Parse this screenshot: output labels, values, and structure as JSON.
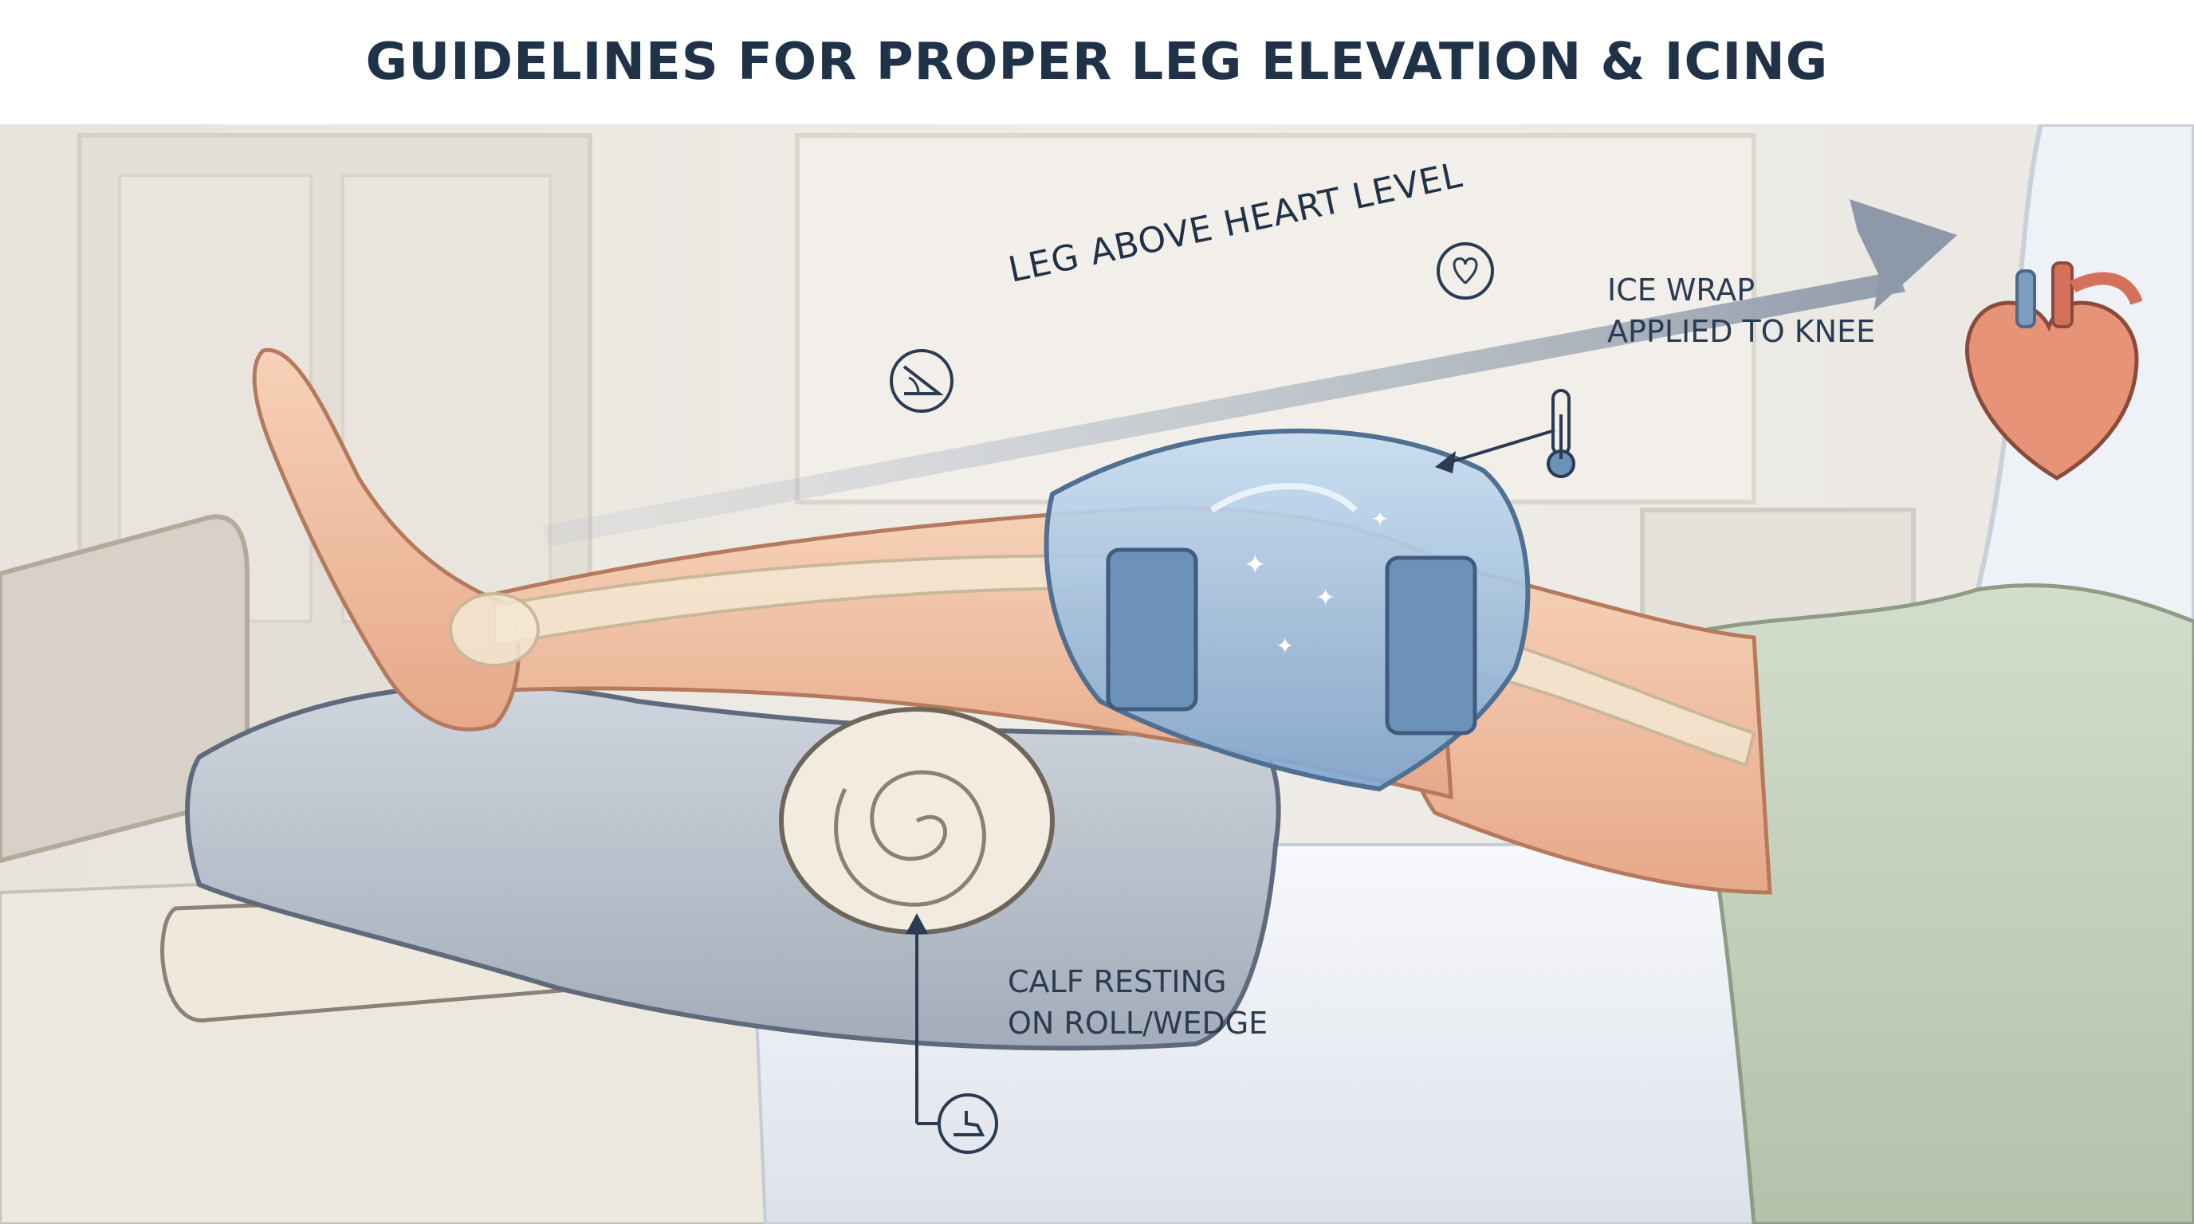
{
  "title": "GUIDELINES FOR PROPER LEG ELEVATION & ICING",
  "labels": {
    "elevation": "LEG ABOVE HEART LEVEL",
    "ice_wrap": [
      "ICE WRAP",
      "APPLIED TO KNEE"
    ],
    "calf_support": [
      "CALF RESTING",
      "ON ROLL/WEDGE"
    ]
  },
  "icons": {
    "elevation": "incline-angle-icon",
    "heart": "heart-icon",
    "ice_wrap": "thermometer-icon",
    "calf": "foot-rest-icon"
  },
  "colors": {
    "title": "#1f3247",
    "text": "#2a3b52",
    "skin": "#f2c3a4",
    "ice_pack": "#8fb4d8",
    "pillow": "#b7c0cc",
    "blanket": "#c6d4bf",
    "arrow": "#8d99a8"
  }
}
